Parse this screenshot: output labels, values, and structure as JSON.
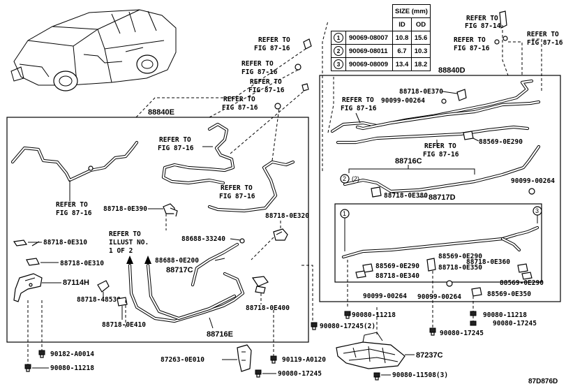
{
  "size_table": {
    "heading": "SIZE (mm)",
    "col_id": "ID",
    "col_od": "OD",
    "rows": [
      {
        "num": "1",
        "part": "90069-08007",
        "id": "10.8",
        "od": "15.6"
      },
      {
        "num": "2",
        "part": "90069-08011",
        "id": "6.7",
        "od": "10.3"
      },
      {
        "num": "3",
        "part": "90069-08009",
        "id": "13.4",
        "od": "18.2"
      }
    ]
  },
  "labels": {
    "refer_fig_87_14": [
      "REFER TO",
      "FIG 87-14"
    ],
    "refer_fig_87_16": [
      "REFER TO",
      "FIG 87-16"
    ],
    "refer_illust": [
      "REFER TO",
      "ILLUST NO.",
      "1 OF 2"
    ],
    "p_88840E": "88840E",
    "p_88840D": "88840D",
    "p_88716C": "88716C",
    "p_88717D": "88717D",
    "p_88717C": "88717C",
    "p_88716E": "88716E",
    "p_87114H": "87114H",
    "p_87237C": "87237C",
    "p_88718_0E370": "88718-0E370",
    "p_90099_00264": "90099-00264",
    "p_88569_0E290": "88569-0E290",
    "p_88718_0E380": "88718-0E380",
    "p_88718_0E390": "88718-0E390",
    "p_88718_0E320": "88718-0E320",
    "p_88718_0E310": "88718-0E310",
    "p_88688_33240": "88688-33240",
    "p_88688_0E200": "88688-0E200",
    "p_88718_48530": "88718-48530",
    "p_88718_0E410": "88718-0E410",
    "p_88718_0E400": "88718-0E400",
    "p_88718_0E340": "88718-0E340",
    "p_88718_0E350": "88718-0E350",
    "p_88718_0E360": "88718-0E360",
    "p_88569_0E350": "88569-0E350",
    "p_90080_11218": "90080-11218",
    "p_90080_17245": "90080-17245",
    "p_90080_17245_2": "90080-17245(2)",
    "p_90182_A0014": "90182-A0014",
    "p_87263_0E010": "87263-0E010",
    "p_90119_A0120": "90119-A0120",
    "p_90080_11508_3": "90080-11508(3)",
    "circ_1": "1",
    "circ_2": "2",
    "circ_3": "3",
    "circ_2_paren": "(2)"
  },
  "illustration_code": "87D876D"
}
